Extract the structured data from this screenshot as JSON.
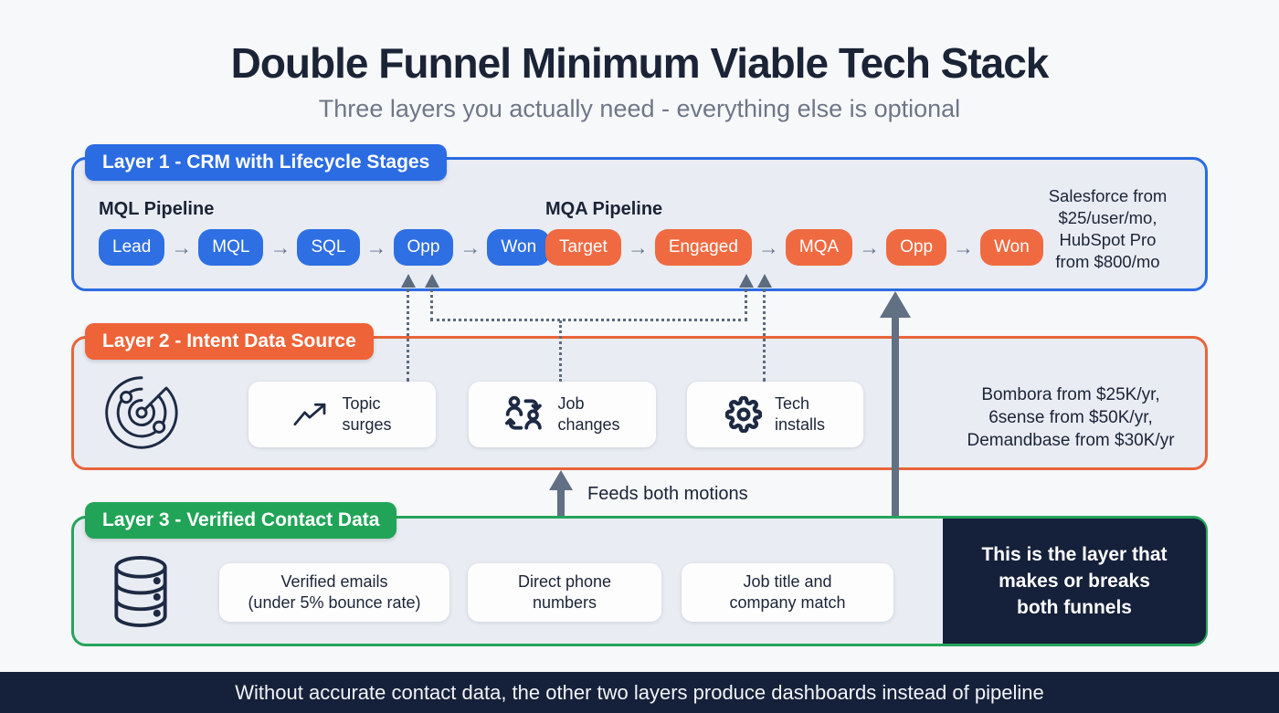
{
  "title": "Double Funnel Minimum Viable Tech Stack",
  "subtitle": "Three layers you actually need - everything else is optional",
  "colors": {
    "layer1_blue": "#2b6ce2",
    "layer2_orange": "#ee6338",
    "layer3_green": "#21a457",
    "navy": "#15203a",
    "pill_blue": "#2e6fe3",
    "pill_orange": "#f06a41",
    "connector_gray": "#5c6b7e",
    "box_fill": "#e9ecf3"
  },
  "icons": {
    "arrow_right": "→",
    "radar": "radar-icon",
    "trending_up": "trending-up-icon",
    "people_swap": "people-swap-icon",
    "gear": "gear-icon",
    "database": "database-icon"
  },
  "layer1": {
    "badge": "Layer 1 - CRM with Lifecycle Stages",
    "mql_pipeline": {
      "title": "MQL Pipeline",
      "stages": [
        "Lead",
        "MQL",
        "SQL",
        "Opp",
        "Won"
      ]
    },
    "mqa_pipeline": {
      "title": "MQA Pipeline",
      "stages": [
        "Target",
        "Engaged",
        "MQA",
        "Opp",
        "Won"
      ]
    },
    "pricing": {
      "lines": [
        "Salesforce from",
        "$25/user/mo,",
        "HubSpot Pro",
        "from $800/mo"
      ]
    }
  },
  "layer2": {
    "badge": "Layer 2 - Intent Data Source",
    "cards": [
      {
        "icon": "trending-up-icon",
        "lines": [
          "Topic",
          "surges"
        ]
      },
      {
        "icon": "people-swap-icon",
        "lines": [
          "Job",
          "changes"
        ]
      },
      {
        "icon": "gear-icon",
        "lines": [
          "Tech",
          "installs"
        ]
      }
    ],
    "pricing": {
      "lines": [
        "Bombora from $25K/yr,",
        "6sense from $50K/yr,",
        "Demandbase from $30K/yr"
      ]
    }
  },
  "connector_label": "Feeds both motions",
  "layer3": {
    "badge": "Layer 3 - Verified Contact Data",
    "cards": [
      {
        "lines": [
          "Verified emails",
          "(under 5% bounce rate)"
        ]
      },
      {
        "lines": [
          "Direct phone",
          "numbers"
        ]
      },
      {
        "lines": [
          "Job title and",
          "company match"
        ]
      }
    ],
    "callout": {
      "lines": [
        "This is the layer that",
        "makes or breaks",
        "both funnels"
      ]
    }
  },
  "footer": "Without accurate contact data, the other two layers produce dashboards instead of pipeline"
}
